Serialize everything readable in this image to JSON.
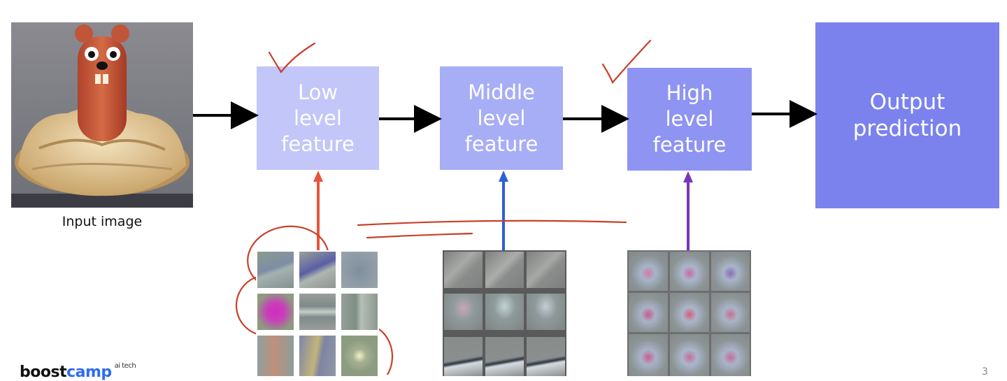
{
  "input": {
    "caption": "Input image"
  },
  "stages": [
    {
      "label": "Low\nlevel\nfeature",
      "color": "#c2c6f8"
    },
    {
      "label": "Middle\nlevel\nfeature",
      "color": "#a7aef6"
    },
    {
      "label": "High\nlevel\nfeature",
      "color": "#8d94f2"
    }
  ],
  "output": {
    "label": "Output\nprediction",
    "color": "#7b82ee"
  },
  "feature_arrows": {
    "low_color": "#e8553a",
    "mid_color": "#2f5fd8",
    "high_color": "#7a35b8"
  },
  "annotation_color": "#c8402a",
  "logo": {
    "part1": "boost",
    "part2": "camp",
    "suffix": "ai tech"
  },
  "page_number": "3"
}
